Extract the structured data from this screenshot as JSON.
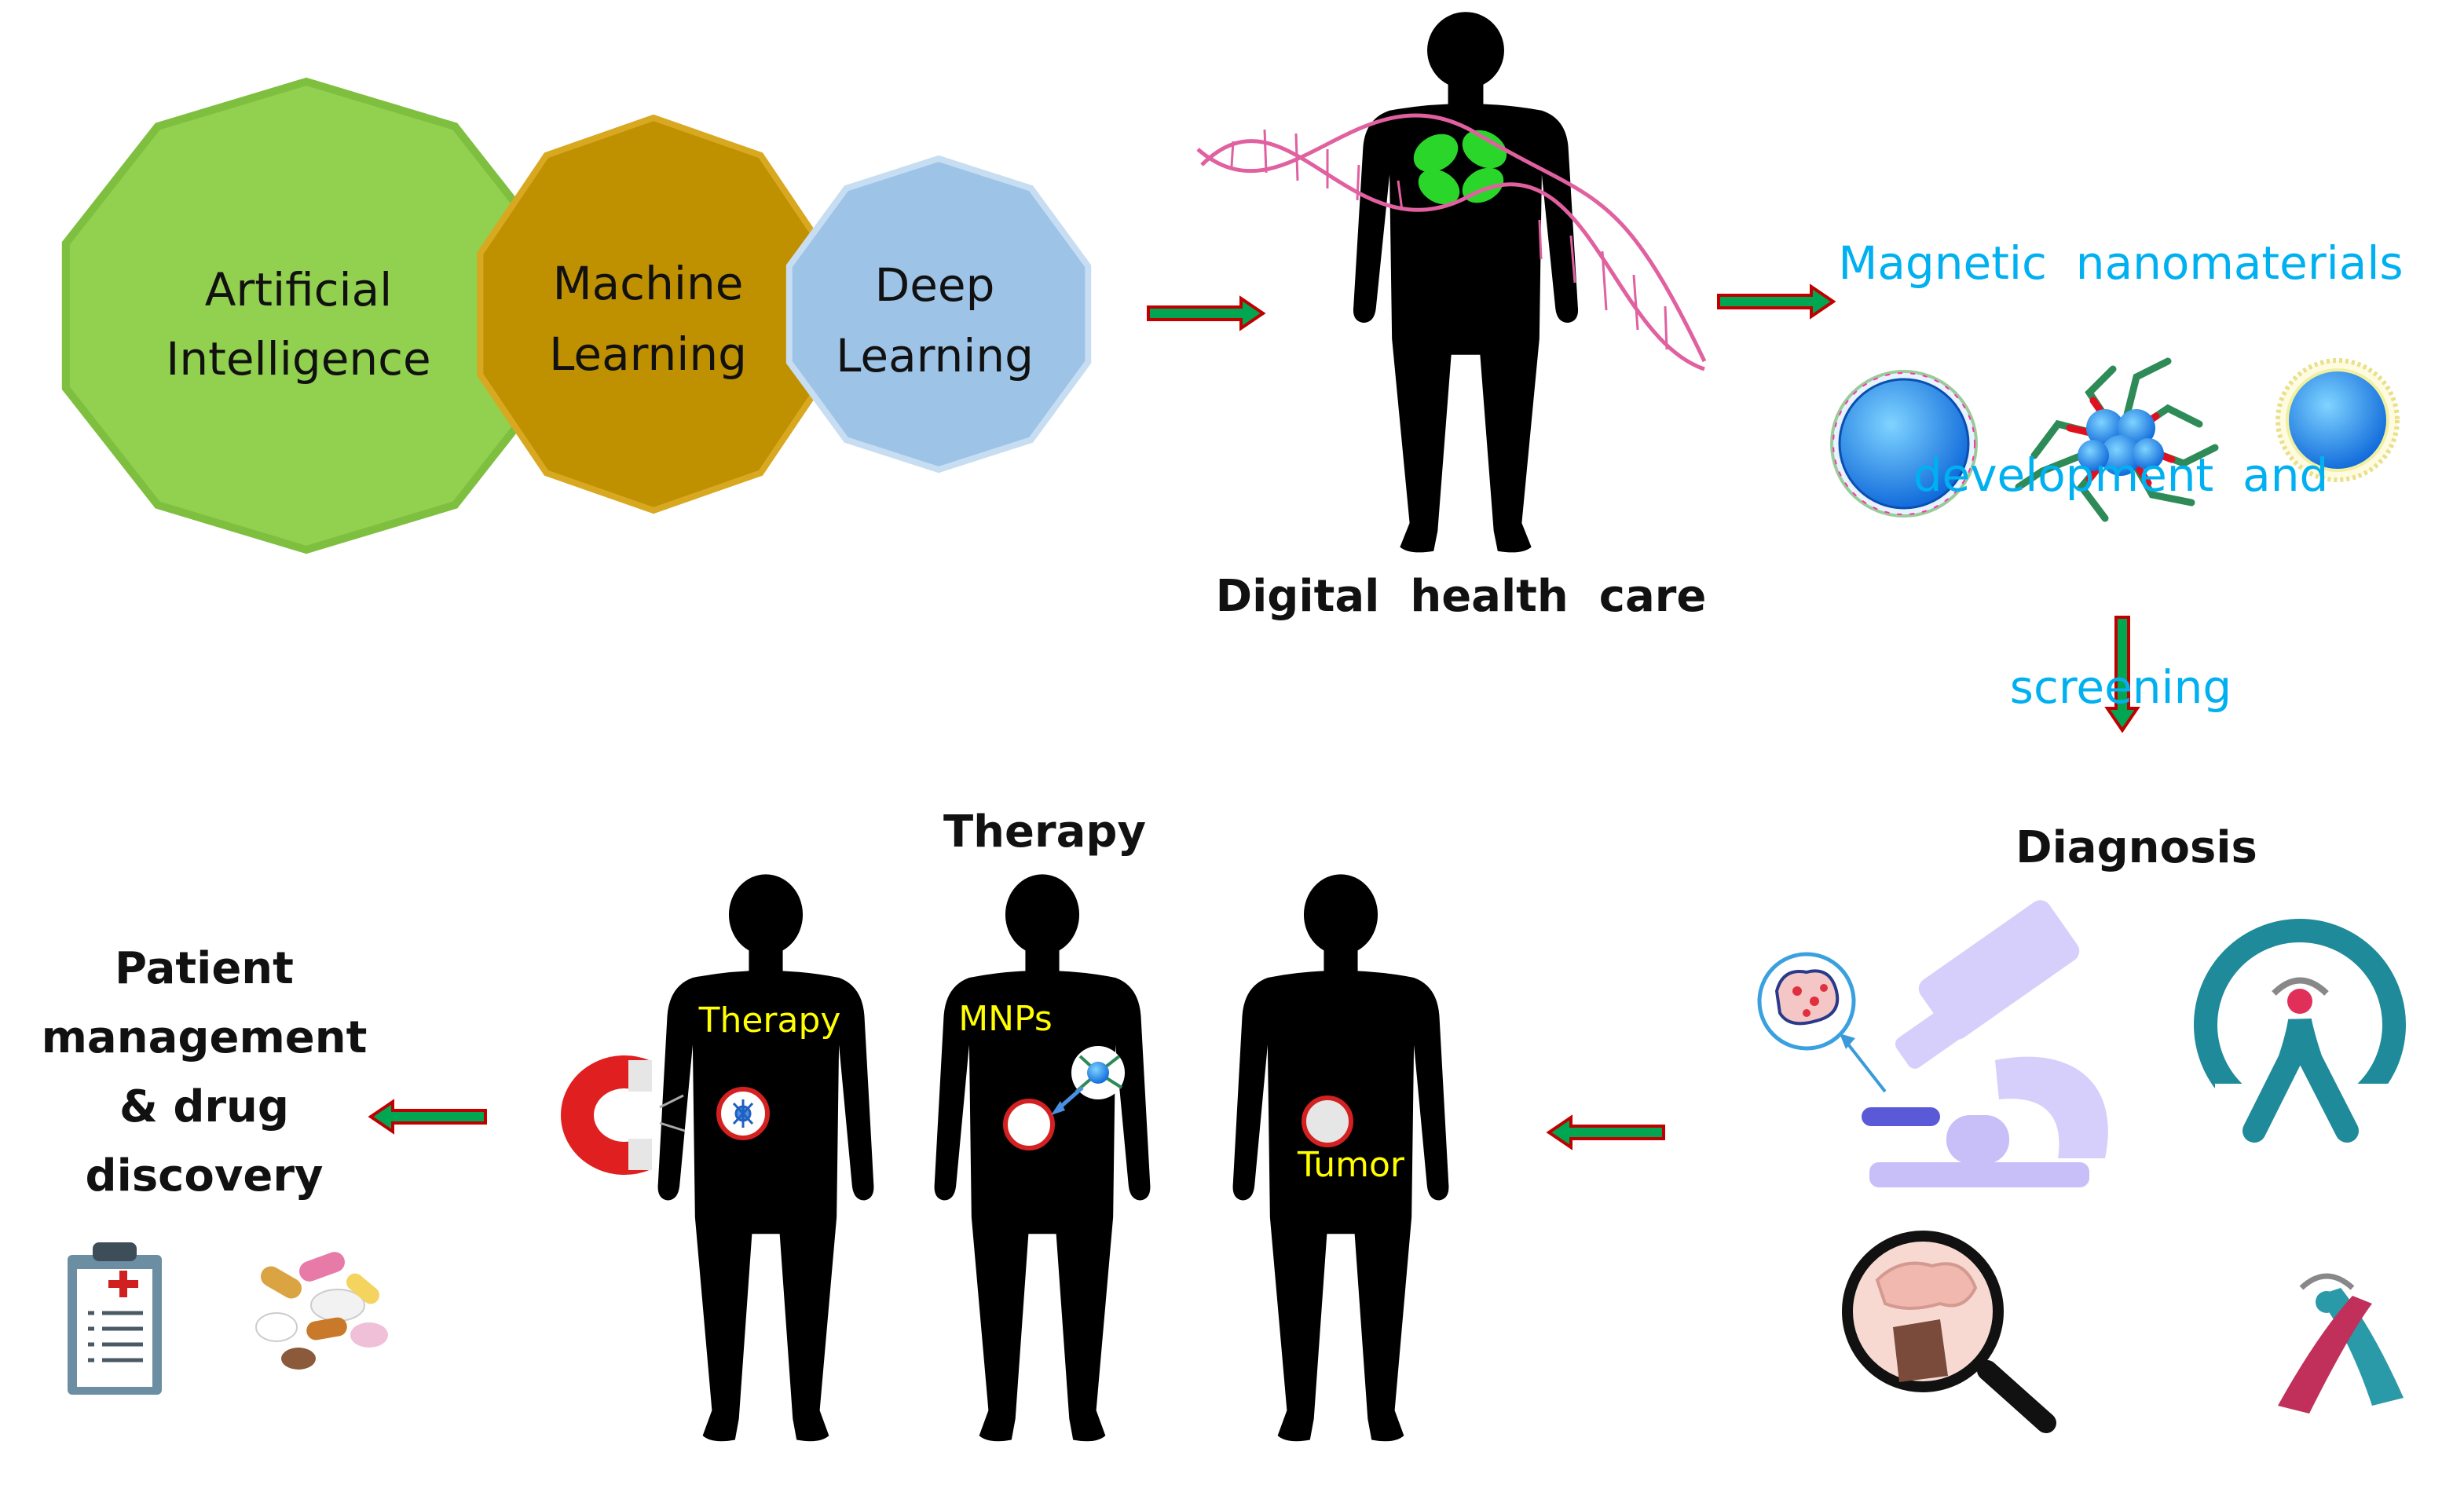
{
  "ai_stack": {
    "artificial_intelligence": [
      "Artificial",
      "Intelligence"
    ],
    "machine_learning": [
      "Machine",
      "Learning"
    ],
    "deep_learning": [
      "Deep",
      "Learning"
    ]
  },
  "digital_health": {
    "label": "Digital  health  care"
  },
  "nanomaterials": {
    "lines": [
      "Magnetic  nanomaterials",
      "development  and",
      "screening"
    ]
  },
  "diagnosis": {
    "label": "Diagnosis"
  },
  "therapy": {
    "title": "Therapy",
    "body_labels": {
      "therapy": "Therapy",
      "mnps": "MNPs",
      "tumor": "Tumor"
    }
  },
  "patient": {
    "lines": [
      "Patient",
      "management",
      "& drug",
      "discovery"
    ]
  },
  "colors": {
    "ai_green": "#92d050",
    "ml_gold": "#bf9000",
    "dl_blue": "#9dc3e6",
    "cyan_text": "#00b0f0",
    "yellow_text": "#ffff00",
    "arrow_green": "#00a651",
    "arrow_red": "#c00000",
    "lavender": "#b4a7f5"
  }
}
